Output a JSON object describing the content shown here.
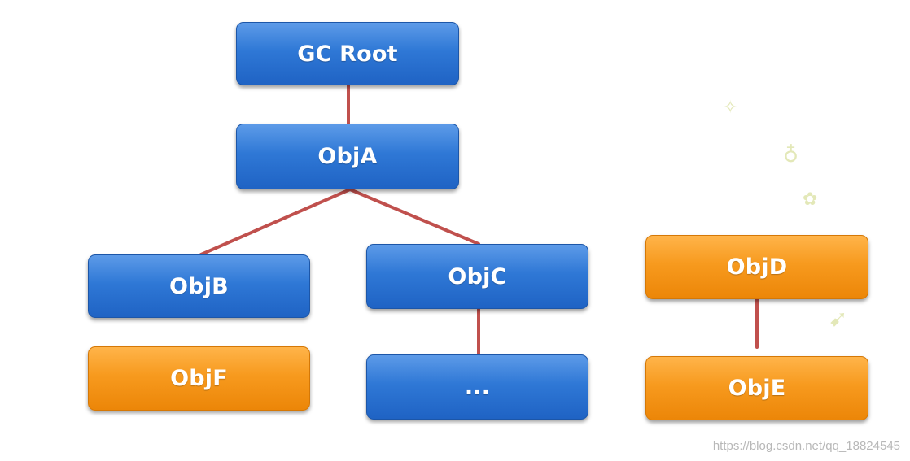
{
  "nodes": {
    "gc_root": "GC Root",
    "obj_a": "ObjA",
    "obj_b": "ObjB",
    "obj_c": "ObjC",
    "obj_d": "ObjD",
    "obj_e": "ObjE",
    "obj_f": "ObjF",
    "ellipsis": "..."
  },
  "colors": {
    "reachable": "#2f78d6",
    "unreachable": "#f79a1e",
    "connector": "#c0504d"
  },
  "watermark": "https://blog.csdn.net/qq_18824545"
}
